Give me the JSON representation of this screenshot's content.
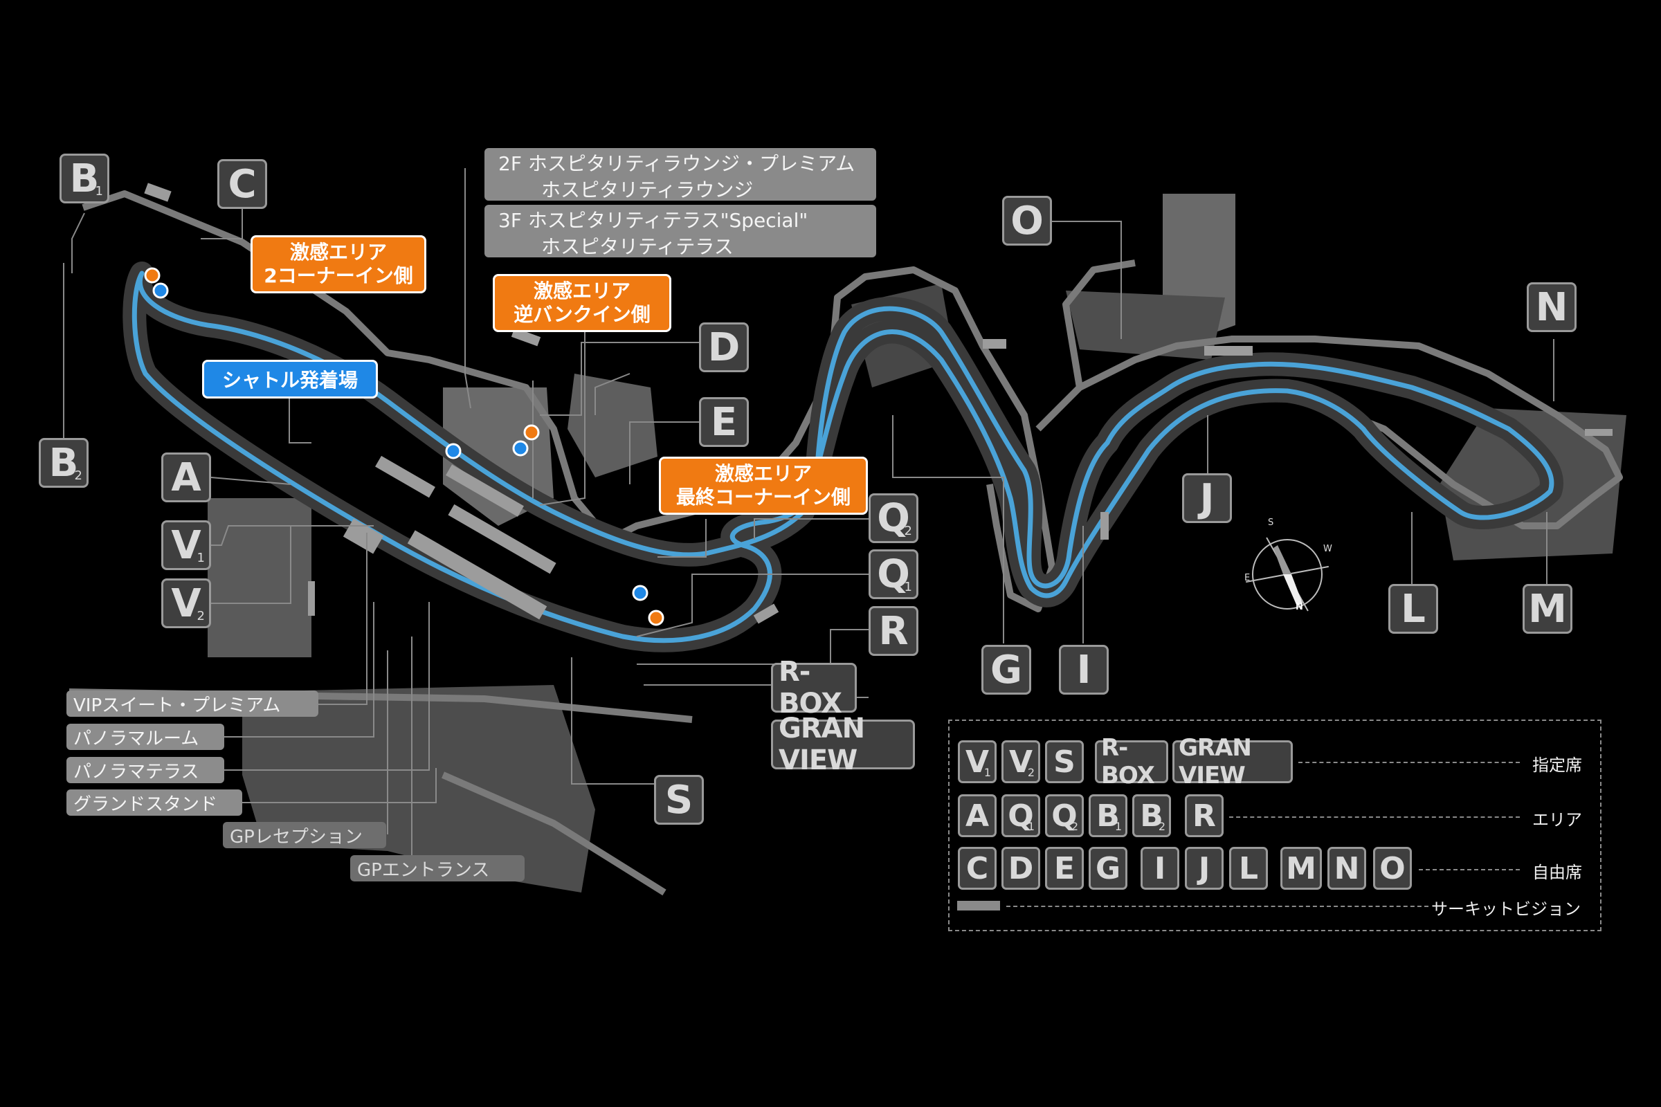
{
  "seat_labels": [
    {
      "key": "B1",
      "main": "B",
      "sub": "1"
    },
    {
      "key": "B2",
      "main": "B",
      "sub": "2"
    },
    {
      "key": "C",
      "main": "C",
      "sub": ""
    },
    {
      "key": "A",
      "main": "A",
      "sub": ""
    },
    {
      "key": "V1",
      "main": "V",
      "sub": "1"
    },
    {
      "key": "V2",
      "main": "V",
      "sub": "2"
    },
    {
      "key": "D",
      "main": "D",
      "sub": ""
    },
    {
      "key": "E",
      "main": "E",
      "sub": ""
    },
    {
      "key": "Q2",
      "main": "Q",
      "sub": "2"
    },
    {
      "key": "Q1",
      "main": "Q",
      "sub": "1"
    },
    {
      "key": "R",
      "main": "R",
      "sub": ""
    },
    {
      "key": "S",
      "main": "S",
      "sub": ""
    },
    {
      "key": "O",
      "main": "O",
      "sub": ""
    },
    {
      "key": "N",
      "main": "N",
      "sub": ""
    },
    {
      "key": "J",
      "main": "J",
      "sub": ""
    },
    {
      "key": "G",
      "main": "G",
      "sub": ""
    },
    {
      "key": "I",
      "main": "I",
      "sub": ""
    },
    {
      "key": "L",
      "main": "L",
      "sub": ""
    },
    {
      "key": "M",
      "main": "M",
      "sub": ""
    }
  ],
  "wide_labels": {
    "rbox": "R-BOX",
    "granview": "GRAN VIEW"
  },
  "hospitality": {
    "box1": {
      "line1": "2F ホスピタリティラウンジ・プレミアム",
      "line2": "ホスピタリティラウンジ"
    },
    "box2": {
      "line1": "3F ホスピタリティテラス\"Special\"",
      "line2": "ホスピタリティテラス"
    }
  },
  "zones": {
    "gekikan_2corner": {
      "line1": "激感エリア",
      "line2": "2コーナーイン側"
    },
    "gekikan_reverse": {
      "line1": "激感エリア",
      "line2": "逆バンクイン側"
    },
    "gekikan_final": {
      "line1": "激感エリア",
      "line2": "最終コーナーイン側"
    },
    "shuttle": "シャトル発着場"
  },
  "facilities": [
    "VIPスイート・プレミアム",
    "パノラマルーム",
    "パノラマテラス",
    "グランドスタンド"
  ],
  "gp": {
    "reception": "GPレセプション",
    "entrance": "GPエントランス"
  },
  "compass": {
    "n": "N",
    "s": "S",
    "e": "E",
    "w": "W"
  },
  "legend": {
    "reserved": {
      "title": "指定席",
      "items": [
        {
          "main": "V",
          "sub": "1"
        },
        {
          "main": "V",
          "sub": "2"
        },
        {
          "main": "S",
          "sub": ""
        },
        {
          "main": "R-BOX",
          "sub": ""
        },
        {
          "main": "GRAN VIEW",
          "sub": ""
        }
      ]
    },
    "area": {
      "title": "エリア",
      "items": [
        {
          "main": "A",
          "sub": ""
        },
        {
          "main": "Q",
          "sub": "1"
        },
        {
          "main": "Q",
          "sub": "2"
        },
        {
          "main": "B",
          "sub": "1"
        },
        {
          "main": "B",
          "sub": "2"
        },
        {
          "main": "R",
          "sub": ""
        }
      ]
    },
    "free": {
      "title": "自由席",
      "items": [
        {
          "main": "C",
          "sub": ""
        },
        {
          "main": "D",
          "sub": ""
        },
        {
          "main": "E",
          "sub": ""
        },
        {
          "main": "G",
          "sub": ""
        },
        {
          "main": "I",
          "sub": ""
        },
        {
          "main": "J",
          "sub": ""
        },
        {
          "main": "L",
          "sub": ""
        },
        {
          "main": "M",
          "sub": ""
        },
        {
          "main": "N",
          "sub": ""
        },
        {
          "main": "O",
          "sub": ""
        }
      ]
    },
    "vision": {
      "title": "サーキットビジョン"
    }
  },
  "colors": {
    "track": "#4aa3d8",
    "orange": "#f07a12",
    "blue": "#1f88e6",
    "land": "#6a6a6a",
    "panel": "#3f3f3f"
  }
}
